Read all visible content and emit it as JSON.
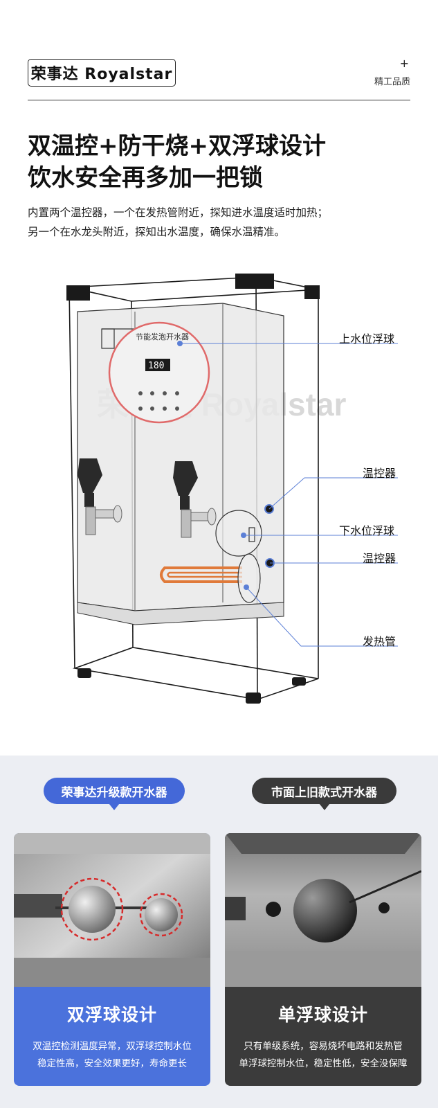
{
  "header": {
    "brand": "荣事达 Royalstar",
    "plus": "+",
    "quality": "精工品质"
  },
  "headline": {
    "line1": "双温控+防干烧+双浮球设计",
    "line2": "饮水安全再多加一把锁"
  },
  "description": {
    "line1": "内置两个温控器，一个在发热管附近，探知进水温度适时加热；",
    "line2": "另一个在水龙头附近，探知出水温度，确保水温精准。"
  },
  "diagram": {
    "panel_title": "节能发泡开水器",
    "display_value": "180",
    "watermark": "荣事达 Royalstar",
    "callouts": {
      "upper_float": "上水位浮球",
      "thermostat_1": "温控器",
      "lower_float": "下水位浮球",
      "thermostat_2": "温控器",
      "heating_tube": "发热管"
    }
  },
  "comparison": {
    "left": {
      "tag": "荣事达升级款开水器",
      "title": "双浮球设计",
      "desc_line1": "双温控检测温度异常，双浮球控制水位",
      "desc_line2": "稳定性高，安全效果更好，寿命更长"
    },
    "right": {
      "tag": "市面上旧款式开水器",
      "title": "单浮球设计",
      "desc_line1": "只有单级系统，容易烧坏电路和发热管",
      "desc_line2": "单浮球控制水位，稳定性低，安全没保障"
    }
  },
  "colors": {
    "accent_blue": "#4468d8",
    "dark": "#3a3a3a",
    "callout_line": "#5b7fd6",
    "heating_orange": "#e07a3a",
    "panel_red": "#e06a6a"
  }
}
